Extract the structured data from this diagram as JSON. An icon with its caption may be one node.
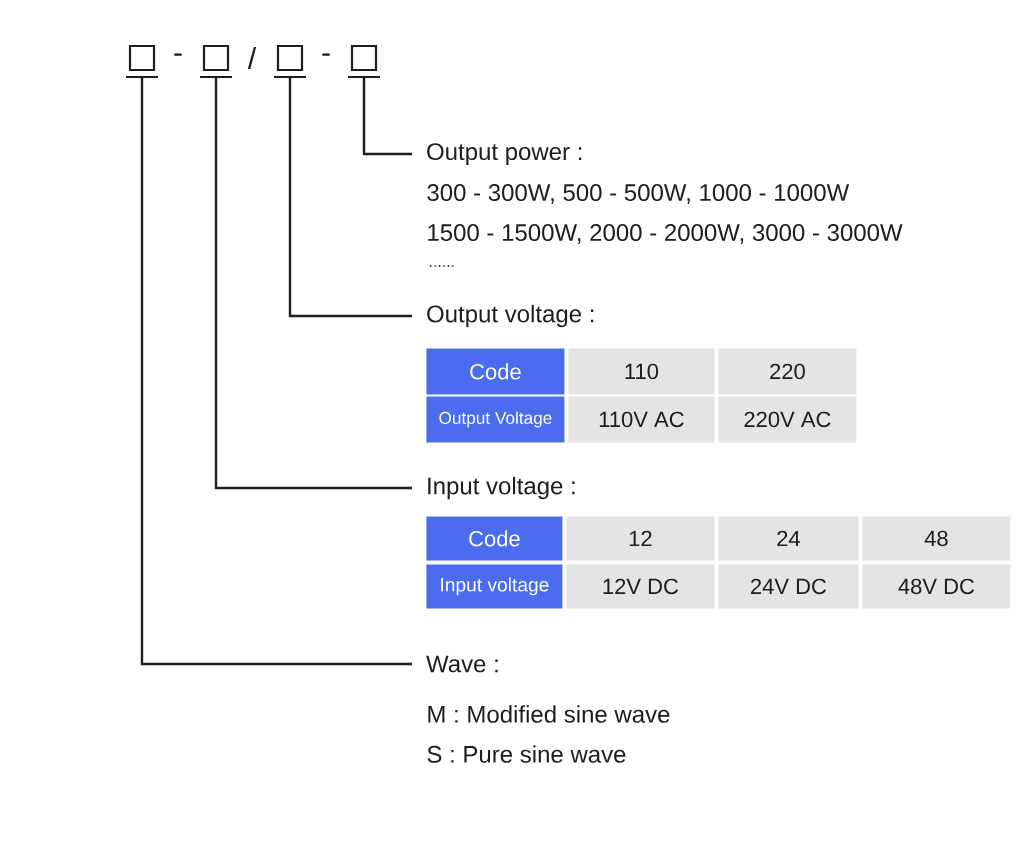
{
  "diagram": {
    "nodes": [
      {
        "text": [],
        "shape": "box"
      },
      {
        "text": [],
        "shape": "box"
      },
      {
        "text": [],
        "shape": "box"
      },
      {
        "text": [],
        "shape": "box"
      },
      {
        "text": [
          "Output power :"
        ]
      },
      {
        "text": [
          "Output voltage :"
        ]
      },
      {
        "text": [
          "Input voltage :"
        ]
      },
      {
        "text": [
          "Wave :"
        ]
      }
    ],
    "edges": [
      {
        "from": 0,
        "to": 7,
        "arrow": "none"
      },
      {
        "from": 1,
        "to": 6,
        "arrow": "none"
      },
      {
        "from": 2,
        "to": 5,
        "arrow": "none"
      },
      {
        "from": 3,
        "to": 4,
        "arrow": "none"
      }
    ],
    "labels": [
      "-",
      "/",
      "-",
      "300 - 300W, 500 - 500W, 1000 - 1000W",
      "1500 - 1500W, 2000 - 2000W, 3000 - 3000W",
      "......",
      "Code",
      "110",
      "220",
      "Output Voltage",
      "110V AC",
      "220V AC",
      "Code",
      "12",
      "24",
      "48",
      "Input voltage",
      "12V DC",
      "24V DC",
      "48V DC",
      "M : Modified sine wave",
      "S : Pure sine wave"
    ]
  }
}
